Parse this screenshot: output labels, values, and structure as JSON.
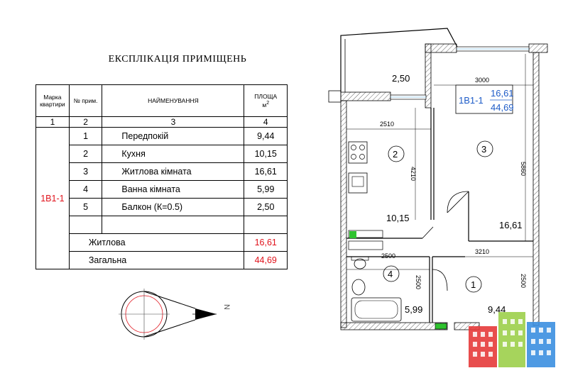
{
  "title": "ЕКСПЛІКАЦІЯ ПРИМІЩЕНЬ",
  "table": {
    "headers": {
      "mark": "Марка квартири",
      "num": "№ прим.",
      "name": "НАЙМЕНУВАННЯ",
      "area": "ПЛОЩА",
      "unit": "м",
      "unit_sup": "2"
    },
    "col_numbers": [
      "1",
      "2",
      "3",
      "4"
    ],
    "apartment": "1В1-1",
    "rooms": [
      {
        "num": "1",
        "name": "Передпокій",
        "area": "9,44"
      },
      {
        "num": "2",
        "name": "Кухня",
        "area": "10,15"
      },
      {
        "num": "3",
        "name": "Житлова кімната",
        "area": "16,61"
      },
      {
        "num": "4",
        "name": "Ванна кімната",
        "area": "5,99"
      },
      {
        "num": "5",
        "name": "Балкон (К=0.5)",
        "area": "2,50"
      }
    ],
    "living_label": "Житлова",
    "living_value": "16,61",
    "total_label": "Загальна",
    "total_value": "44,69"
  },
  "compass": {
    "letter": "N"
  },
  "plan": {
    "balcony_area": "2,50",
    "dim_room3_width": "3000",
    "apartment_code": "1В1-1",
    "living_area": "16,61",
    "total_area": "44,69",
    "dim_kitchen_width": "2510",
    "dim_room3_depth": "5860",
    "dim_kitchen_depth": "4210",
    "kitchen_number": "2",
    "room3_number": "3",
    "kitchen_area": "10,15",
    "room3_area": "16,61",
    "dim_bath_width": "2500",
    "dim_hall_width": "3210",
    "bath_number": "4",
    "dim_bath_depth": "2500",
    "hall_number": "1",
    "dim_hall_depth": "2500",
    "bath_area": "5,99",
    "hall_area": "9,44"
  },
  "colors": {
    "accent_red": "#e0121b",
    "accent_blue": "#1e5cc8",
    "logo_red": "#e53a3a",
    "logo_green": "#9ccf4a",
    "logo_blue": "#3b8fe0"
  }
}
